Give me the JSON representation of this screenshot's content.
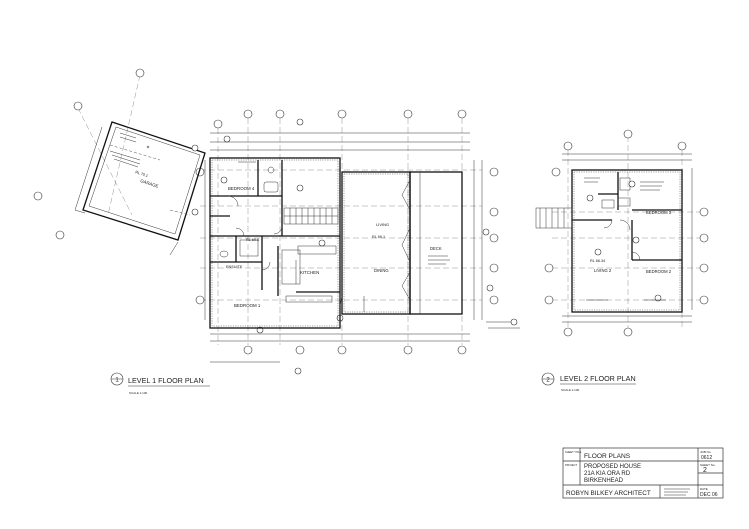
{
  "plan_level1": {
    "title": "LEVEL 1 FLOOR PLAN",
    "number": "1",
    "scale": "SCALE 1:100",
    "rooms": {
      "garage": "GARAGE",
      "garage_rl": "RL 70.1",
      "bedroom4": "BEDROOM 4",
      "rl_level": "RL 69.6",
      "ensuite": "ENSUITE",
      "kitchen": "KITCHEN",
      "bedroom1": "BEDROOM 1",
      "living": "LIVING",
      "dining": "DINING",
      "living_rl": "RL 69.1",
      "deck": "DECK"
    }
  },
  "plan_level2": {
    "title": "LEVEL 2 FLOOR PLAN",
    "number": "2",
    "scale": "SCALE 1:100",
    "rooms": {
      "bedroom3": "BEDROOM 3",
      "living2": "LIVING 2",
      "living2_rl": "RL 66.34",
      "bedroom2": "BEDROOM 2"
    }
  },
  "title_block": {
    "sheet_title_label": "SHEET TITLE",
    "sheet_title": "FLOOR PLANS",
    "project_label": "PROJECT",
    "project_line1": "PROPOSED HOUSE",
    "project_line2": "21A KIA ORA RD",
    "project_line3": "BIRKENHEAD",
    "architect": "ROBYN BILKEY ARCHITECT",
    "job_label": "JOB No.",
    "job_no": "0612",
    "sheet_no_label": "SHEET No.",
    "sheet_no": "2",
    "date_label": "DATE",
    "date": "DEC 06"
  }
}
